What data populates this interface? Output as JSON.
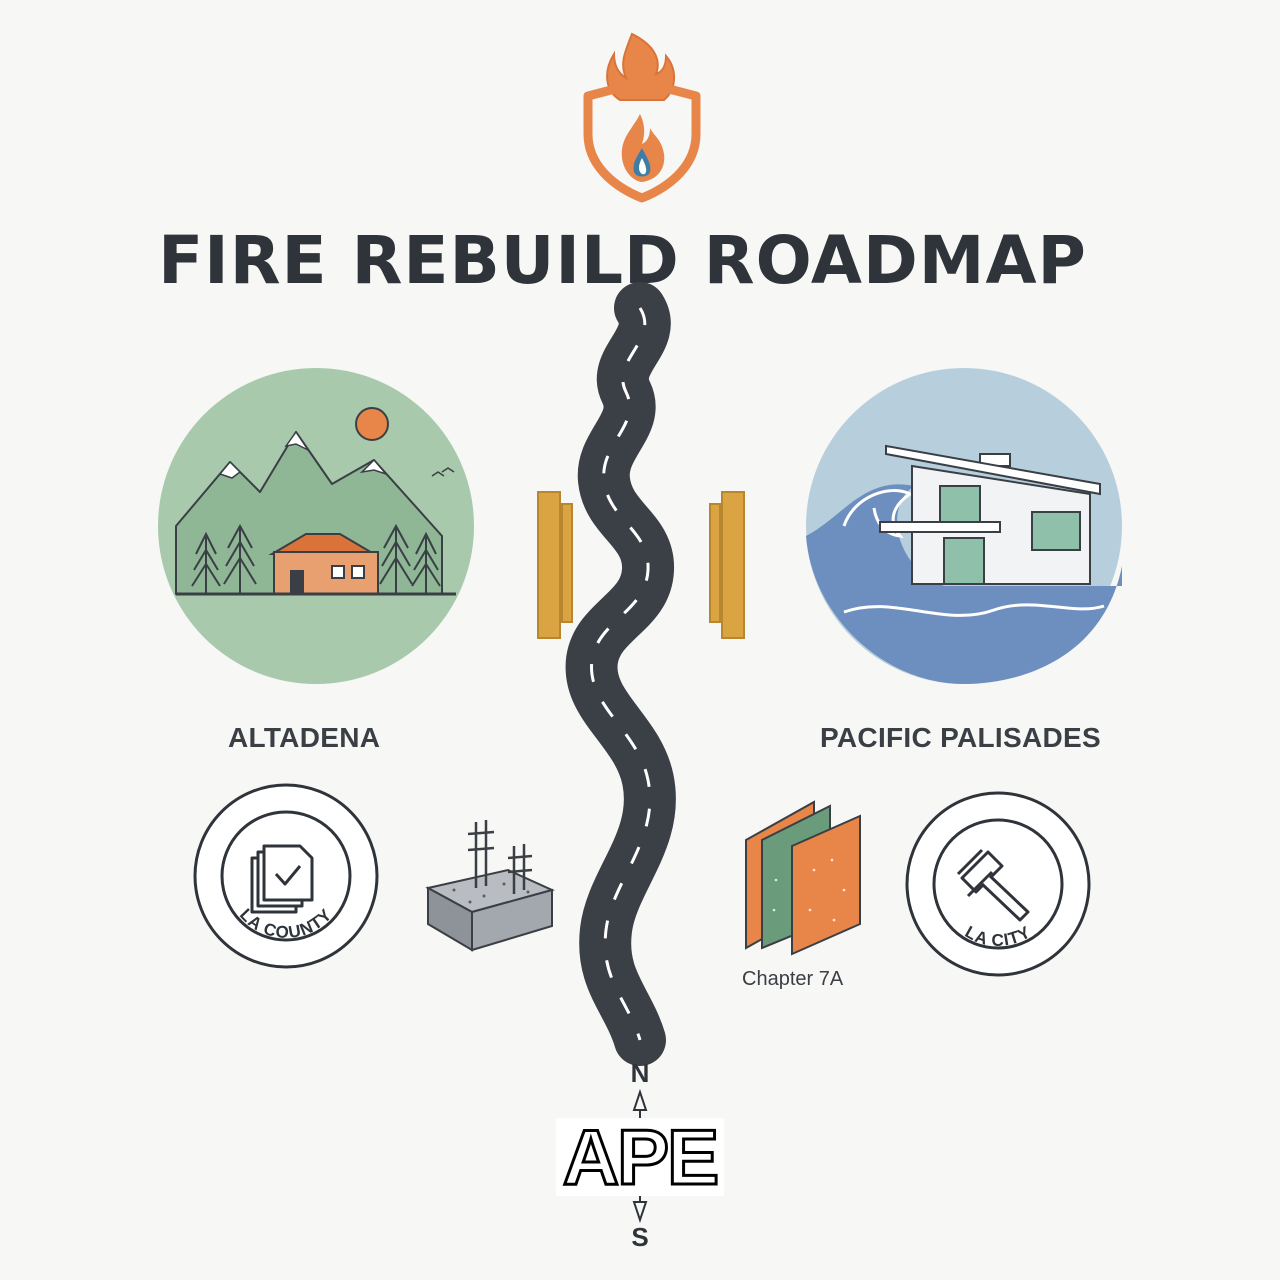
{
  "title": "FIRE REBUILD ROADMAP",
  "regions": {
    "left": {
      "name": "ALTADENA",
      "badge": "LA COUNTY"
    },
    "right": {
      "name": "PACIFIC PALISADES",
      "badge": "LA CITY"
    }
  },
  "materials_label": "Chapter 7A",
  "compass": {
    "north": "N",
    "south": "S"
  },
  "logo_text": "APE",
  "icons": [
    "fire-shield-icon",
    "mountain-landscape-icon",
    "coastal-house-icon",
    "winding-road-icon",
    "documents-check-icon",
    "foundation-icon",
    "siding-panels-icon",
    "gavel-icon",
    "pillar-icon"
  ],
  "colors": {
    "accent": "#e8864a",
    "text": "#2f343a",
    "green": "#8fb796",
    "blue": "#7a9cc0",
    "gold": "#d9a441",
    "road": "#3b3f46"
  }
}
